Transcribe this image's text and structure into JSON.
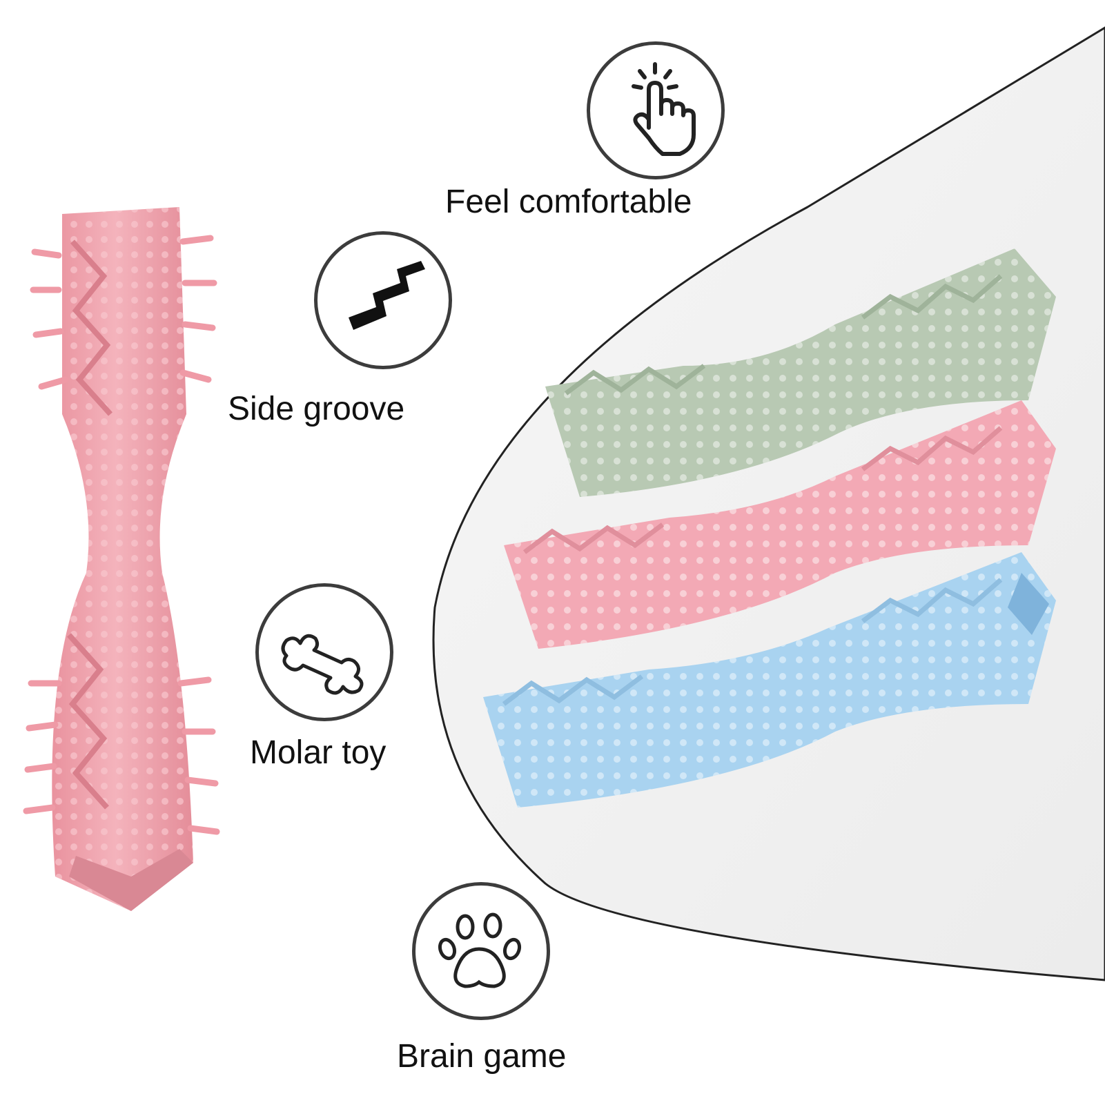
{
  "features": {
    "feel": {
      "label": "Feel comfortable",
      "icon": "pointing-hand-icon"
    },
    "groove": {
      "label": "Side groove",
      "icon": "zigzag-icon"
    },
    "molar": {
      "label": "Molar toy",
      "icon": "bone-icon"
    },
    "brain": {
      "label": "Brain game",
      "icon": "paw-print-icon"
    }
  },
  "products": {
    "single": {
      "color": "#f0a8b2"
    },
    "stack": [
      {
        "color": "#b8c9b3"
      },
      {
        "color": "#f3a9b5"
      },
      {
        "color": "#a9d3f0"
      }
    ]
  },
  "colors": {
    "icon_stroke": "#3c3c3c",
    "panel_stroke": "#222222",
    "text": "#111111"
  }
}
